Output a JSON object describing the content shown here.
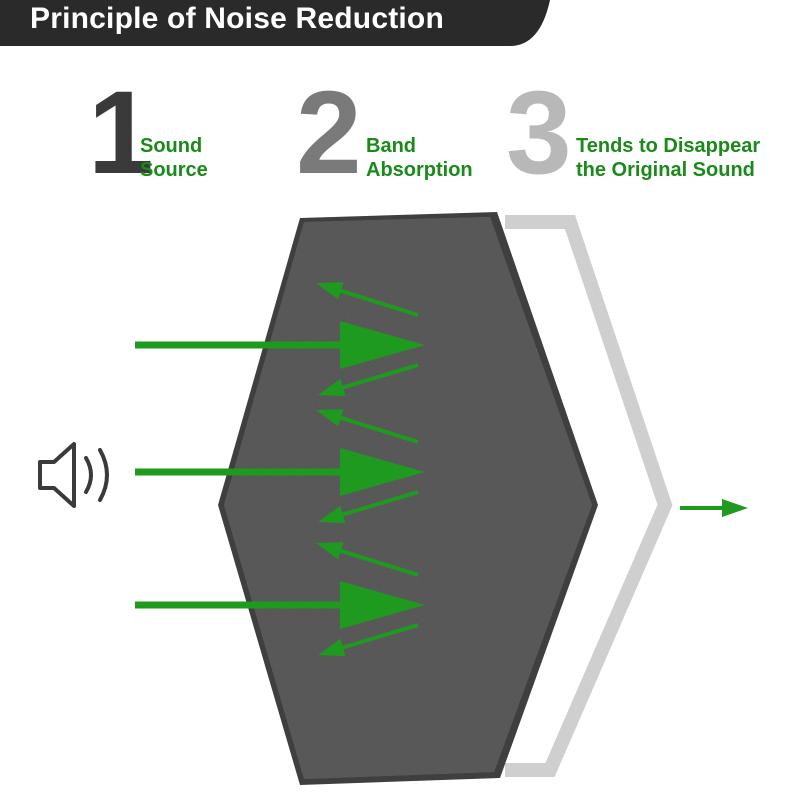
{
  "title": "Principle of Noise Reduction",
  "steps": [
    {
      "number": "1",
      "line1": "Sound",
      "line2": "Source"
    },
    {
      "number": "2",
      "line1": "Band",
      "line2": "Absorption"
    },
    {
      "number": "3",
      "line1": "Tends to Disappear",
      "line2": "the Original Sound"
    }
  ],
  "colors": {
    "banner": "#2a2a2a",
    "green": "#1e9a1e",
    "label_green": "#1a8a1a",
    "num_dark": "#3a3a3a",
    "num_mid": "#7a7a7a",
    "num_light": "#b8b8b8",
    "felt": "#5a5a5a",
    "outline": "#cfcfcf"
  },
  "icons": {
    "speaker": "speaker-icon"
  }
}
